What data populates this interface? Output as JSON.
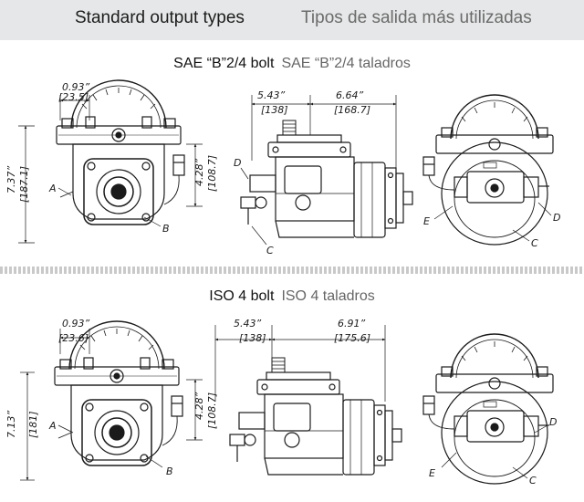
{
  "header": {
    "title_en": "Standard output types",
    "title_es": "Tipos de salida más utilizadas"
  },
  "sections": [
    {
      "title_en": "SAE “B”2/4 bolt",
      "title_es": "SAE “B”2/4 taladros",
      "dims": {
        "flange_offset_in": "0.93”",
        "flange_offset_mm": "[23.5]",
        "height_in": "7.37”",
        "height_mm": "[187.1]",
        "shaft_height_in": "4.28”",
        "shaft_height_mm": "[108.7]",
        "body_len_in": "5.43”",
        "body_len_mm": "[138]",
        "total_len_in": "6.64”",
        "total_len_mm": "[168.7]"
      },
      "callouts": {
        "a": "A",
        "b": "B",
        "c": "C",
        "d": "D",
        "e": "E"
      }
    },
    {
      "title_en": "ISO 4 bolt",
      "title_es": "ISO 4 taladros",
      "dims": {
        "flange_offset_in": "0.93”",
        "flange_offset_mm": "[23.6]",
        "height_in": "7.13”",
        "height_mm": "[181]",
        "shaft_height_in": "4.28”",
        "shaft_height_mm": "[108.7]",
        "body_len_in": "5.43”",
        "body_len_mm": "[138]",
        "total_len_in": "6.91”",
        "total_len_mm": "[175.6]"
      },
      "callouts": {
        "a": "A",
        "b": "B",
        "c": "C",
        "d": "D",
        "e": "E"
      }
    }
  ]
}
